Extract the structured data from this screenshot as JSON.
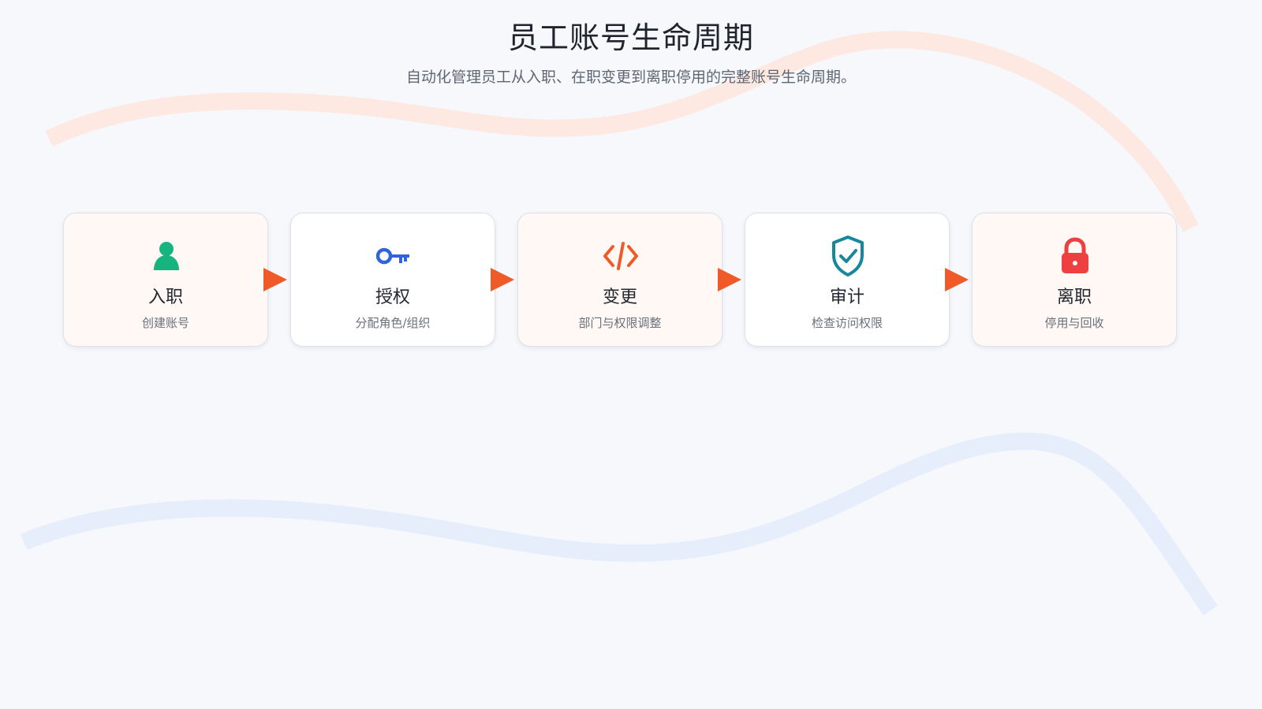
{
  "header": {
    "title": "员工账号生命周期",
    "subtitle": "自动化管理员工从入职、在职变更到离职停用的完整账号生命周期。"
  },
  "colors": {
    "arrow": "#ef5a28",
    "wave_warm": "#fde9e2",
    "wave_cool": "#e6eefc"
  },
  "steps": [
    {
      "label": "入职",
      "desc": "创建账号",
      "icon": "user-icon",
      "color": "#16b57f",
      "tone": "warm"
    },
    {
      "label": "授权",
      "desc": "分配角色/组织",
      "icon": "key-icon",
      "color": "#2f64e0",
      "tone": "plain"
    },
    {
      "label": "变更",
      "desc": "部门与权限调整",
      "icon": "code-icon",
      "color": "#ef5a28",
      "tone": "warm"
    },
    {
      "label": "审计",
      "desc": "检查访问权限",
      "icon": "shield-check-icon",
      "color": "#17879e",
      "tone": "plain"
    },
    {
      "label": "离职",
      "desc": "停用与回收",
      "icon": "lock-icon",
      "color": "#ee4040",
      "tone": "warm"
    }
  ]
}
